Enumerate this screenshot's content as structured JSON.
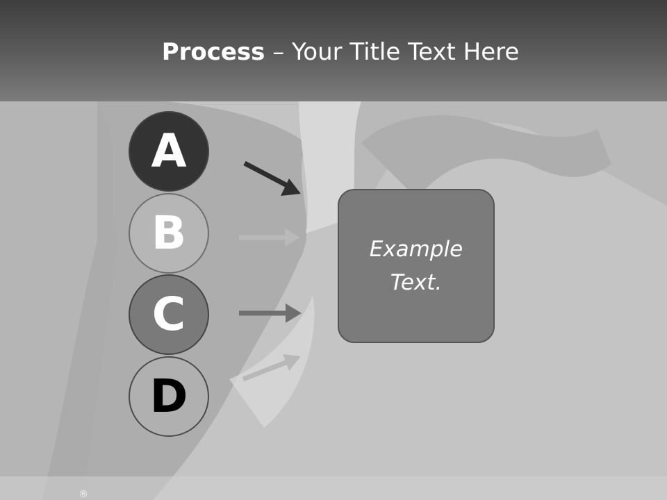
{
  "title": {
    "bold": "Process",
    "rest": " – Your Title Text Here"
  },
  "steps": [
    {
      "letter": "A"
    },
    {
      "letter": "B"
    },
    {
      "letter": "C"
    },
    {
      "letter": "D"
    }
  ],
  "box_text": "Example Text.",
  "footer": {
    "registered_mark": "®"
  },
  "colors": {
    "header_dark": "#3e3e3e",
    "circle_a": "#333333",
    "circle_c": "#7a7a7a",
    "box_fill": "#7b7b7b"
  },
  "icons": [
    "arrow-a-icon",
    "arrow-b-icon",
    "arrow-c-icon",
    "arrow-d-icon"
  ]
}
